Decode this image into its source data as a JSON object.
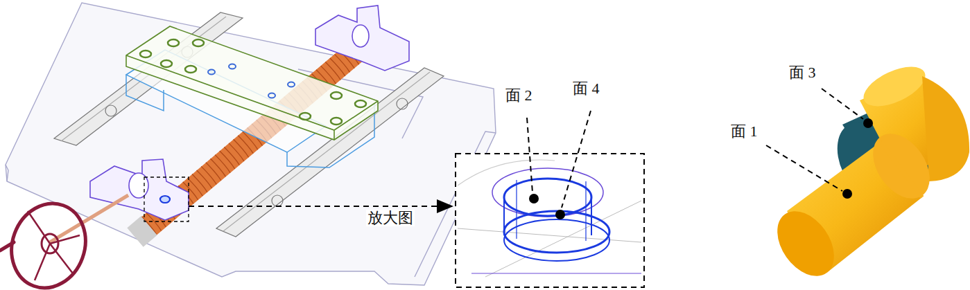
{
  "diagram": {
    "labels": [
      "面 2",
      "面 4",
      "放大图",
      "面 3",
      "面 1"
    ]
  }
}
